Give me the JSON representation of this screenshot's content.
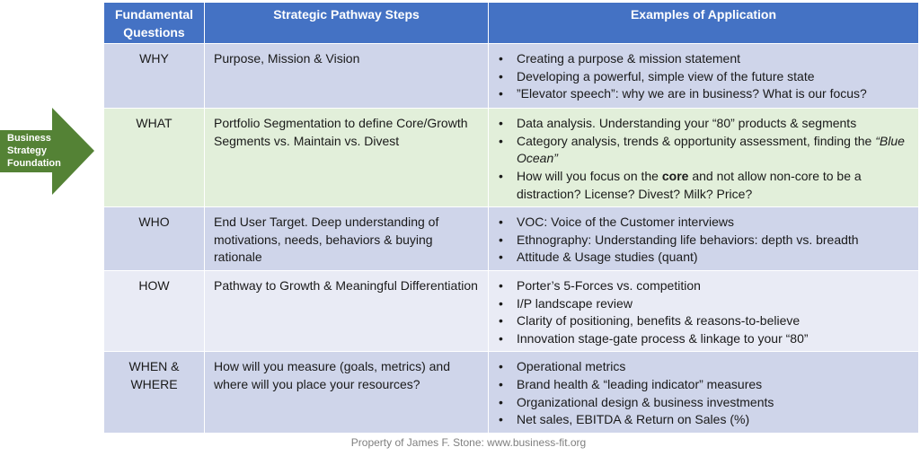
{
  "side_arrow": {
    "label_line1": "Business",
    "label_line2": "Strategy",
    "label_line3": "Foundation",
    "color": "#548235"
  },
  "header": {
    "col1_line1": "Fundamental",
    "col1_line2": "Questions",
    "col2": "Strategic Pathway Steps",
    "col3": "Examples of Application"
  },
  "rows": [
    {
      "question": "WHY",
      "step": "Purpose, Mission & Vision",
      "examples": [
        "Creating a purpose & mission statement",
        "Developing a powerful, simple view of the future state",
        "”Elevator speech”: why we are in business?  What is our focus?"
      ]
    },
    {
      "question": "WHAT",
      "step": "Portfolio Segmentation to define Core/Growth Segments vs. Maintain vs. Divest",
      "examples": [
        "Data analysis.  Understanding your “80” products & segments",
        "Category analysis, trends & opportunity assessment,  finding the ",
        "How will you focus on the ",
        "and not allow non-core to be a distraction?  License?  Divest?  Milk?  Price?"
      ],
      "examples_italic": "“Blue Ocean”",
      "examples_bold": "core"
    },
    {
      "question": "WHO",
      "step": "End User Target.  Deep understanding of motivations, needs, behaviors & buying rationale",
      "examples": [
        "VOC: Voice of the Customer interviews",
        "Ethnography:  Understanding life behaviors: depth vs. breadth",
        "Attitude & Usage studies (quant)"
      ]
    },
    {
      "question": "HOW",
      "step": "Pathway to Growth & Meaningful Differentiation",
      "examples": [
        "Porter’s 5-Forces vs. competition",
        "I/P landscape review",
        "Clarity of positioning, benefits & reasons-to-believe",
        "Innovation stage-gate process & linkage to your “80”"
      ]
    },
    {
      "question_line1": "WHEN &",
      "question_line2": "WHERE",
      "step": "How will you measure (goals, metrics) and where will you place your resources?",
      "examples": [
        "Operational metrics",
        "Brand health & “leading indicator” measures",
        "Organizational design & business investments",
        "Net sales, EBITDA & Return on Sales (%)"
      ]
    }
  ],
  "footer": "Property of James F. Stone: www.business-fit.org"
}
